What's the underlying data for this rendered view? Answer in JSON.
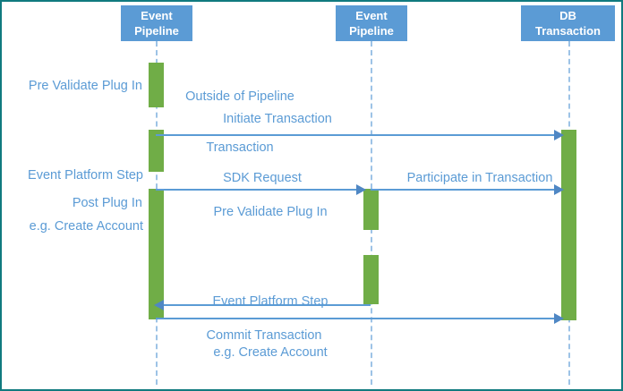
{
  "diagram": {
    "title": "Event Pipeline / DB Transaction sequence diagram",
    "colors": {
      "border": "#117a7f",
      "participant_fill": "#5b9bd5",
      "participant_text": "#ffffff",
      "lifeline": "#9dc3e6",
      "activation_fill": "#70ad47",
      "arrow": "#5b9bd5",
      "label_text": "#5b9bd5",
      "background": "#ffffff"
    }
  },
  "participants": [
    {
      "id": "event-pipeline-1",
      "line1": "Event",
      "line2": "Pipeline"
    },
    {
      "id": "event-pipeline-2",
      "line1": "Event",
      "line2": "Pipeline"
    },
    {
      "id": "db-transaction",
      "line1": "DB",
      "line2": "Transaction"
    }
  ],
  "labels": {
    "pre_validate_plug_in_left": "Pre Validate Plug In",
    "outside_of_pipeline_l1": "Outside of Pipeline",
    "outside_of_pipeline_l2": "Transaction",
    "initiate_transaction": "Initiate Transaction",
    "event_platform_step_left_l1": "Event Platform Step",
    "event_platform_step_left_l2": "e.g. Create Account",
    "post_plug_in_left": "Post Plug In",
    "sdk_request": "SDK Request",
    "participate_in_transaction": "Participate in Transaction",
    "pre_validate_plug_in_mid": "Pre Validate Plug In",
    "event_platform_step_mid_l1": "Event Platform Step",
    "event_platform_step_mid_l2": "e.g. Create Account",
    "commit_transaction": "Commit Transaction"
  }
}
